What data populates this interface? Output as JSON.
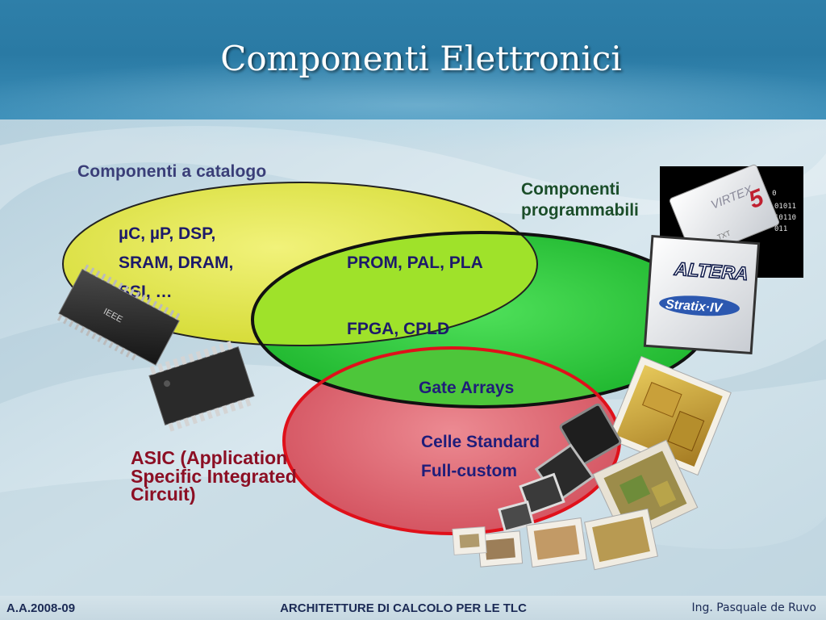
{
  "title": "Componenti Elettronici",
  "diagram": {
    "catalog": {
      "title": "Componenti a catalogo",
      "items": [
        "µC, µP, DSP,",
        "SRAM, DRAM,",
        "SSI, …"
      ]
    },
    "programmable": {
      "title_line1": "Componenti",
      "title_line2": "programmabili",
      "overlap_catalog": "PROM, PAL, PLA",
      "overlap_all": "FPGA, CPLD",
      "overlap_asic": "Gate Arrays"
    },
    "asic": {
      "title_line1": "ASIC (Application",
      "title_line2": "Specific Integrated",
      "title_line3": "Circuit)",
      "items": [
        "Celle Standard",
        "Full-custom"
      ]
    },
    "chip_images": {
      "xilinx_brand": "VIRTEX",
      "xilinx_suffix": "5",
      "xilinx_small": "TXT",
      "altera_brand": "ALTERA",
      "altera_product": "Stratix·IV",
      "catalog_chip_text": "IEEE"
    },
    "colors": {
      "catalog": "#e4e85a",
      "programmable": "#2ec840",
      "asic": "#e06c76",
      "catalog_border": "#1c1c1c",
      "asic_border": "#e0101a"
    }
  },
  "footer": {
    "left": "A.A.2008-09",
    "center": "ARCHITETTURE DI CALCOLO PER LE TLC",
    "right": "Ing. Pasquale de Ruvo"
  }
}
